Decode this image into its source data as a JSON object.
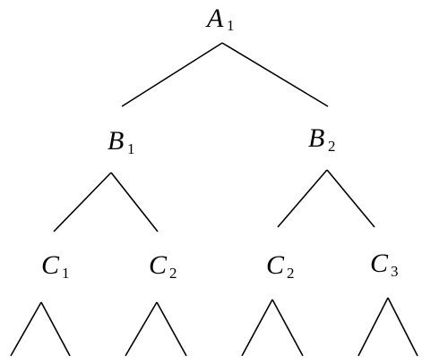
{
  "diagram": {
    "nodes": [
      {
        "id": "a1",
        "letter": "A",
        "sub": "1"
      },
      {
        "id": "b1",
        "letter": "B",
        "sub": "1"
      },
      {
        "id": "b2",
        "letter": "B",
        "sub": "2"
      },
      {
        "id": "c1",
        "letter": "C",
        "sub": "1"
      },
      {
        "id": "c2a",
        "letter": "C",
        "sub": "2"
      },
      {
        "id": "c2b",
        "letter": "C",
        "sub": "2"
      },
      {
        "id": "c3",
        "letter": "C",
        "sub": "3"
      }
    ],
    "edges": [
      [
        "a1",
        "b1"
      ],
      [
        "a1",
        "b2"
      ],
      [
        "b1",
        "c1"
      ],
      [
        "b1",
        "c2a"
      ],
      [
        "b2",
        "c2b"
      ],
      [
        "b2",
        "c3"
      ]
    ],
    "colors": {
      "ink": "#000000",
      "background": "#ffffff"
    }
  }
}
